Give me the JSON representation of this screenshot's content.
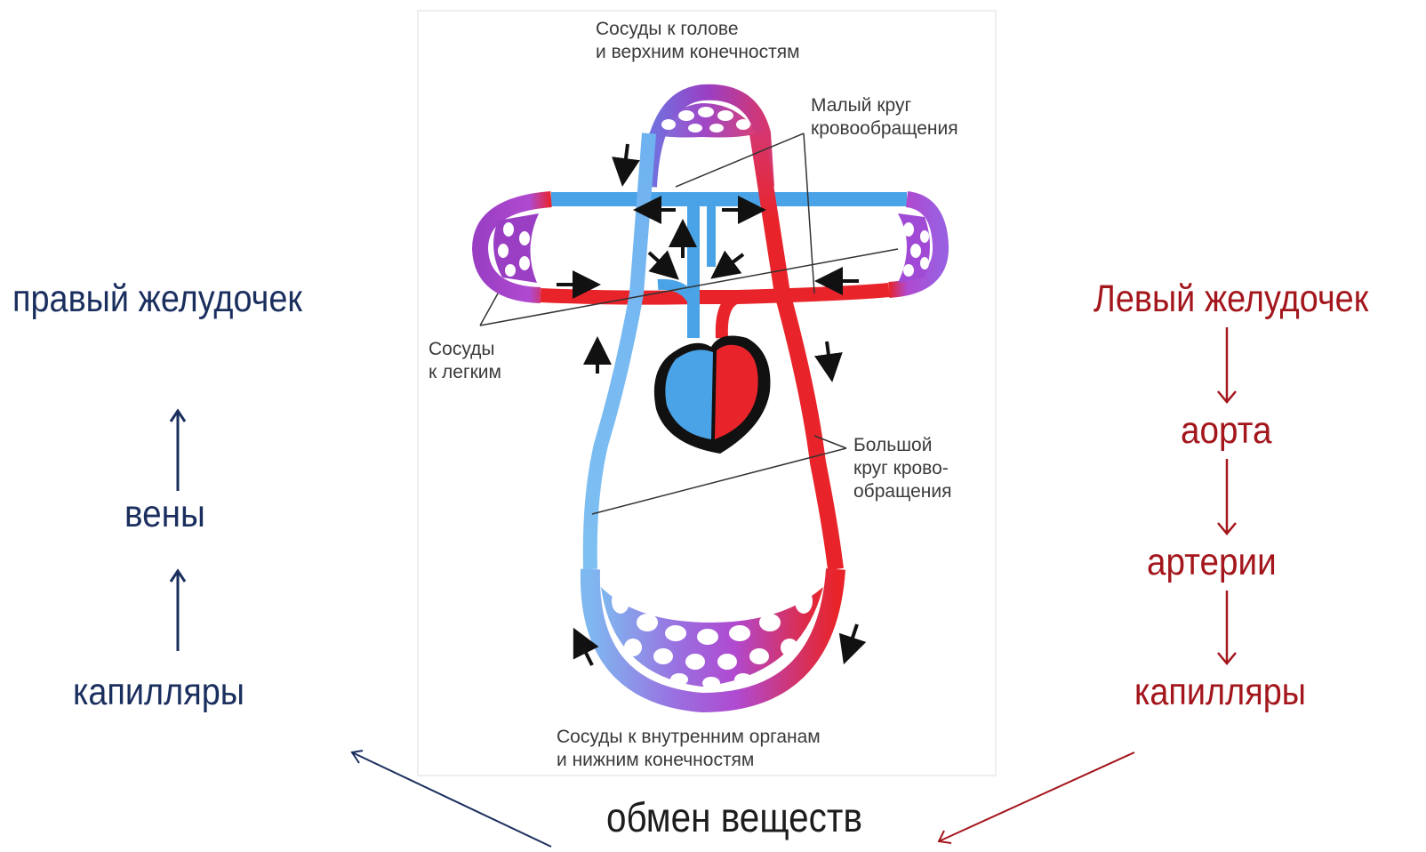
{
  "left_chain": {
    "right_ventricle": "правый желудочек",
    "veins": "вены",
    "capillaries": "капилляры"
  },
  "right_chain": {
    "left_ventricle": "Левый желудочек",
    "aorta": "аорта",
    "arteries": "артерии",
    "capillaries": "капилляры"
  },
  "metabolism": "обмен веществ",
  "diagram": {
    "label_head": [
      "Сосуды к голове",
      "и верхним конечностям"
    ],
    "label_small_circle": [
      "Малый круг",
      "кровообращения"
    ],
    "label_lungs": [
      "Сосуды",
      "к легким"
    ],
    "label_big_circle": [
      "Большой",
      "круг крово-",
      "обращения"
    ],
    "label_organs": [
      "Сосуды к внутренним органам",
      "и нижним конечностям"
    ]
  },
  "colors": {
    "left_chain": "#1b2f5f",
    "right_chain": "#a3161c",
    "venous_blue": "#4aa3e6",
    "arterial_red": "#e8242a",
    "capillary_purple": "#9a3fc4"
  }
}
